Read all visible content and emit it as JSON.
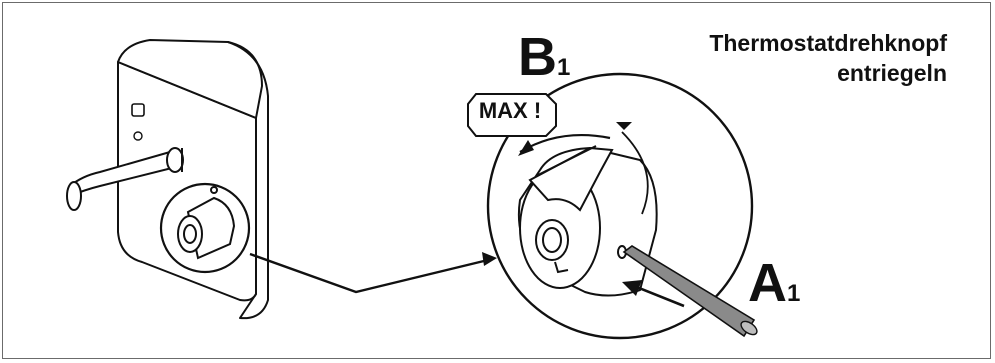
{
  "title": {
    "line1": "Thermostatdrehknopf",
    "line2": "entriegeln"
  },
  "labels": {
    "b_main": "B",
    "b_sub": "1",
    "a_main": "A",
    "a_sub": "1",
    "max_warning": "MAX !"
  },
  "colors": {
    "stroke": "#111111",
    "frame": "#6b6b6b",
    "tool_fill": "#8a8a8a"
  }
}
